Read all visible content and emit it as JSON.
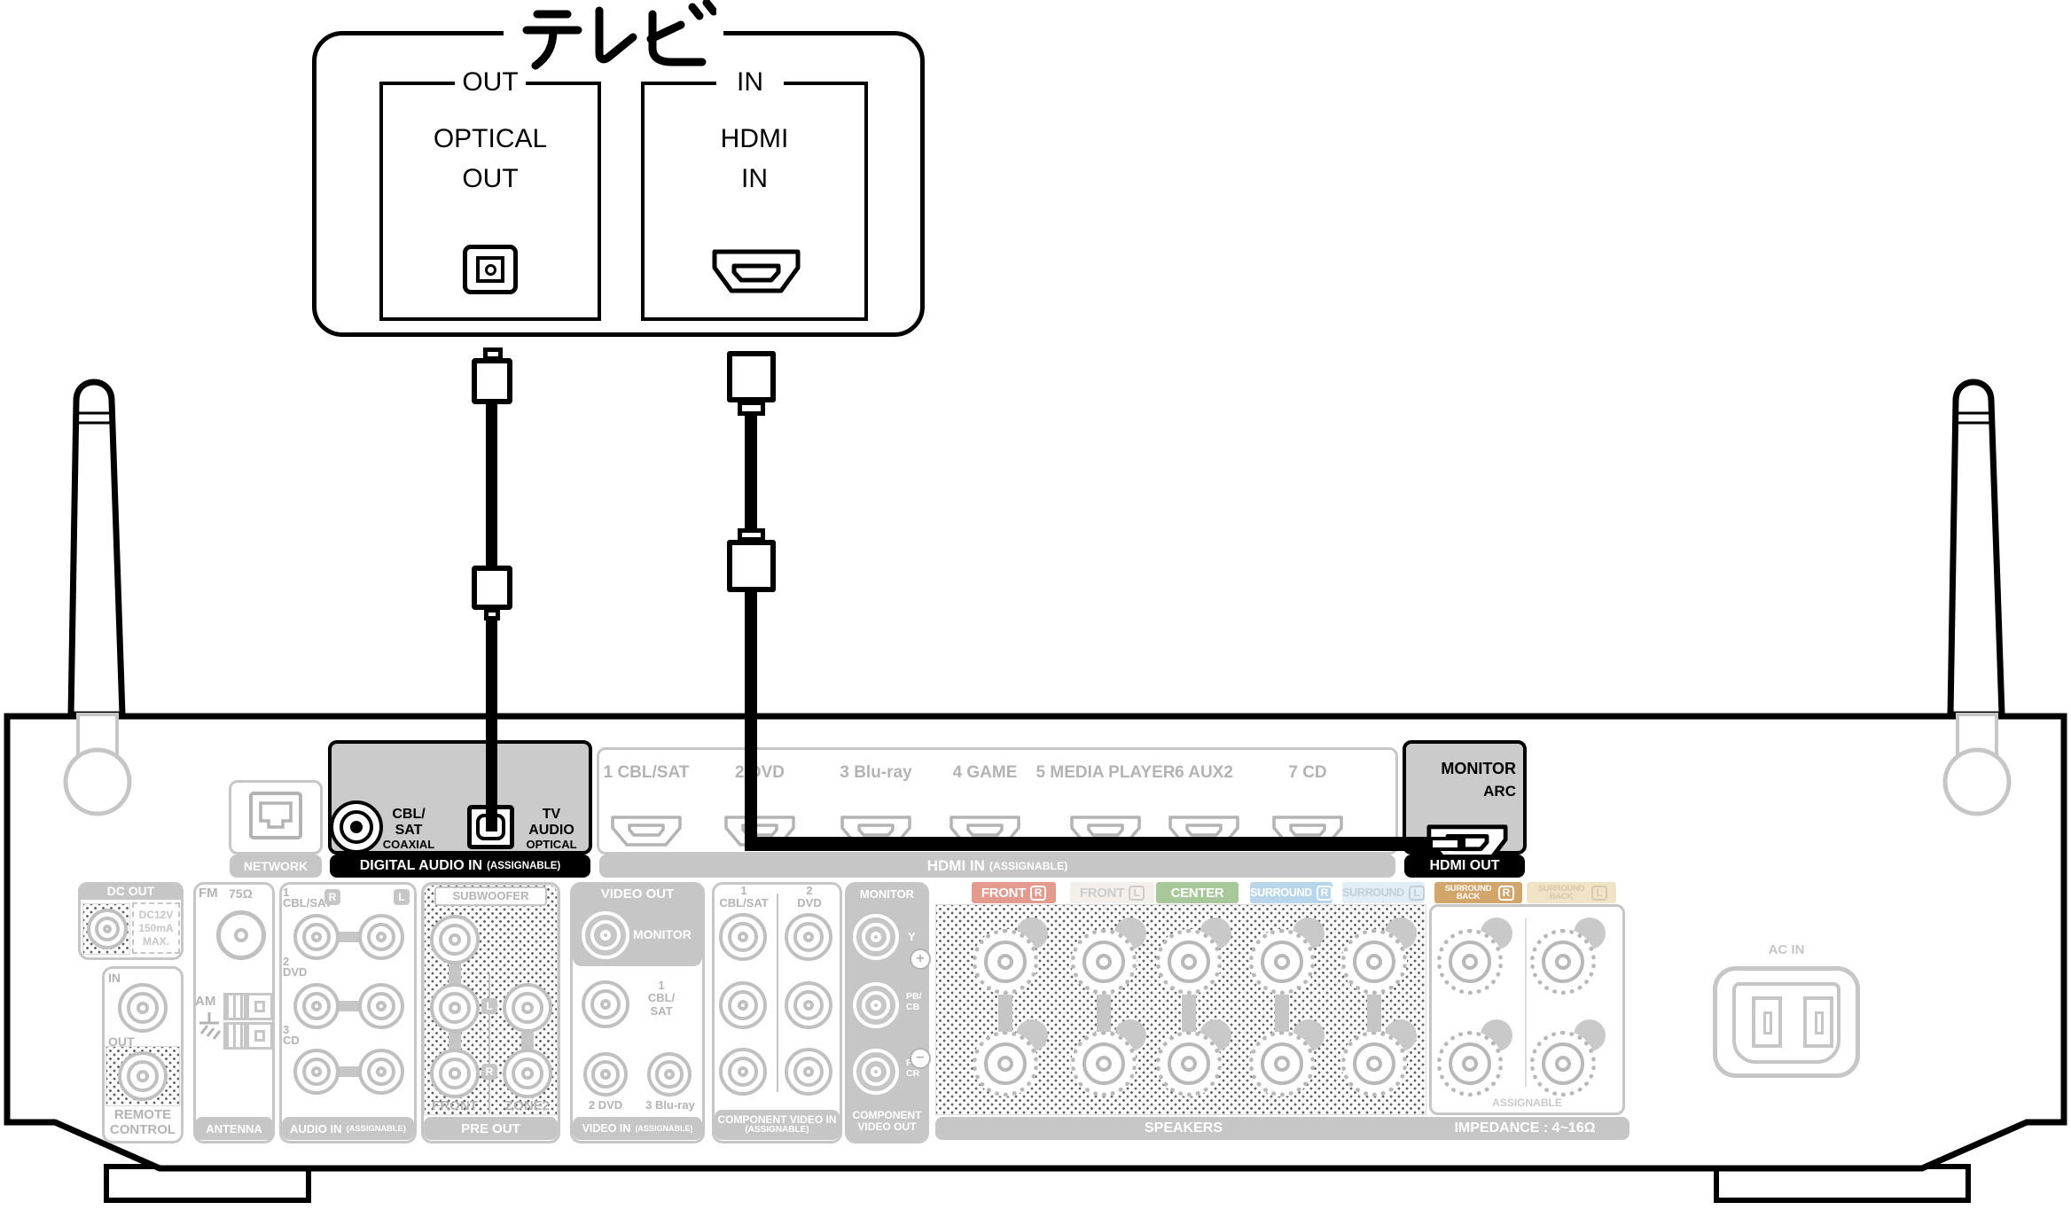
{
  "tv": {
    "title": "テレビ",
    "optical": {
      "port": "OUT",
      "line1": "OPTICAL",
      "line2": "OUT"
    },
    "hdmi": {
      "port": "IN",
      "line1": "HDMI",
      "line2": "IN"
    }
  },
  "top": {
    "network": {
      "bar": "NETWORK"
    },
    "digital": {
      "bar": "DIGITAL AUDIO IN",
      "sfx": "(ASSIGNABLE)",
      "coax1": "CBL/",
      "coax2": "SAT",
      "coax_type": "COAXIAL",
      "opt1": "TV",
      "opt2": "AUDIO",
      "opt_type": "OPTICAL"
    },
    "hdmi_in": {
      "bar": "HDMI IN",
      "sfx": "(ASSIGNABLE)",
      "ports": [
        "1 CBL/SAT",
        "2 DVD",
        "3 Blu-ray",
        "4 GAME",
        "5 MEDIA PLAYER",
        "6 AUX2",
        "7 CD"
      ]
    },
    "hdmi_out": {
      "bar": "HDMI OUT",
      "line1": "MONITOR",
      "line2": "ARC"
    }
  },
  "bottom": {
    "dc": {
      "header": "DC OUT",
      "v": "DC12V",
      "ma": "150mA",
      "max": "MAX."
    },
    "remote": {
      "in": "IN",
      "out": "OUT",
      "l1": "REMOTE",
      "l2": "CONTROL"
    },
    "antenna": {
      "bar": "ANTENNA",
      "fm": "FM",
      "ohm": "75Ω",
      "am": "AM"
    },
    "audio_in": {
      "bar": "AUDIO IN",
      "sfx": "(ASSIGNABLE)",
      "r": "R",
      "l": "L",
      "rows": [
        {
          "n": "1",
          "name": "CBL/SAT"
        },
        {
          "n": "2",
          "name": "DVD"
        },
        {
          "n": "3",
          "name": "CD"
        }
      ]
    },
    "pre_out": {
      "bar": "PRE OUT",
      "sub": "SUBWOOFER",
      "l": "L",
      "r": "R",
      "front": "FRONT",
      "zone2": "ZONE2"
    },
    "video": {
      "out_header": "VIDEO OUT",
      "monitor": "MONITOR",
      "n1": "1",
      "n1a": "CBL/",
      "n1b": "SAT",
      "r2": "2 DVD",
      "r3": "3 Blu-ray",
      "bar": "VIDEO IN",
      "sfx": "(ASSIGNABLE)"
    },
    "comp_in": {
      "c1n": "1",
      "c1": "CBL/SAT",
      "c2n": "2",
      "c2": "DVD",
      "bar1": "COMPONENT VIDEO IN",
      "bar2": "(ASSIGNABLE)"
    },
    "comp_out": {
      "monitor": "MONITOR",
      "y": "Y",
      "pb": "PB/",
      "cb": "CB",
      "pr": "PR/",
      "cr": "CR",
      "bar1": "COMPONENT",
      "bar2": "VIDEO OUT"
    },
    "speakers": {
      "bar": "SPEAKERS",
      "impedance": "IMPEDANCE : 4~16Ω",
      "assignable": "ASSIGNABLE",
      "plus": "+",
      "minus": "−",
      "labels": [
        {
          "name": "FRONT",
          "ch": "R",
          "bg": "#e59a8e",
          "fg": "#ffffff"
        },
        {
          "name": "FRONT",
          "ch": "L",
          "bg": "#f4efeb",
          "fg": "#cccccc"
        },
        {
          "name": "CENTER",
          "ch": "",
          "bg": "#a8c89c",
          "fg": "#ffffff"
        },
        {
          "name": "SURROUND",
          "ch": "R",
          "bg": "#b7d6ea",
          "fg": "#ffffff"
        },
        {
          "name": "SURROUND",
          "ch": "L",
          "bg": "#e2eef7",
          "fg": "#c3ced6"
        },
        {
          "name": "SURROUND BACK",
          "ch": "R",
          "bg": "#d2a56b",
          "fg": "#ffffff"
        },
        {
          "name": "SURROUND BACK",
          "ch": "L",
          "bg": "#f0e3c6",
          "fg": "#d6c9ad"
        }
      ]
    },
    "ac": {
      "label": "AC IN"
    }
  }
}
